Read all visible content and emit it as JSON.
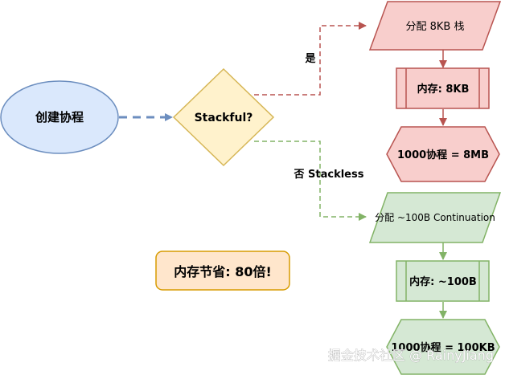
{
  "nodes": {
    "start": "创建协程",
    "decision": "Stackful?",
    "alloc_stack": "分配 8KB 栈",
    "mem_stack": "内存: 8KB",
    "total_stack": "1000协程 = 8MB",
    "alloc_cont": "分配 ~100B Continuation",
    "mem_cont": "内存: ~100B",
    "total_cont": "1000协程 = 100KB",
    "saving": "内存节省: 80倍!"
  },
  "edges": {
    "yes": "是",
    "no": "否 Stackless"
  },
  "watermark": "掘金技术社区 @ RainyJiang",
  "colors": {
    "start_fill": "#dae8fc",
    "start_stroke": "#6c8ebf",
    "decision_fill": "#fff2cc",
    "decision_stroke": "#d6b656",
    "red_fill": "#f8cecc",
    "red_stroke": "#b85450",
    "green_fill": "#d5e8d4",
    "green_stroke": "#82b366",
    "note_fill": "#ffe6cc",
    "note_stroke": "#d79b00"
  }
}
